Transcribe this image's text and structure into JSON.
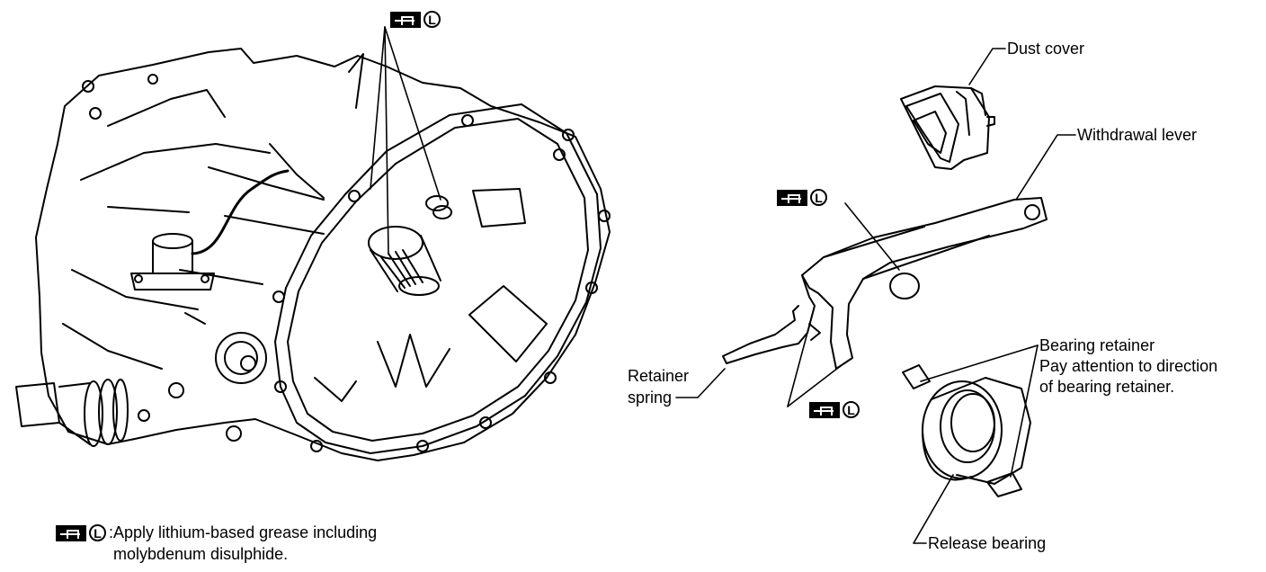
{
  "labels": {
    "dust_cover": "Dust cover",
    "withdrawal_lever": "Withdrawal lever",
    "retainer_spring_1": "Retainer",
    "retainer_spring_2": "spring",
    "bearing_retainer": "Bearing retainer",
    "bearing_note_1": "Pay attention to direction",
    "bearing_note_2": "of bearing retainer.",
    "release_bearing": "Release bearing"
  },
  "grease_symbol": {
    "letter": "L"
  },
  "footnote": {
    "colon": ":",
    "line1": "Apply lithium-based grease including",
    "line2": "molybdenum disulphide."
  }
}
